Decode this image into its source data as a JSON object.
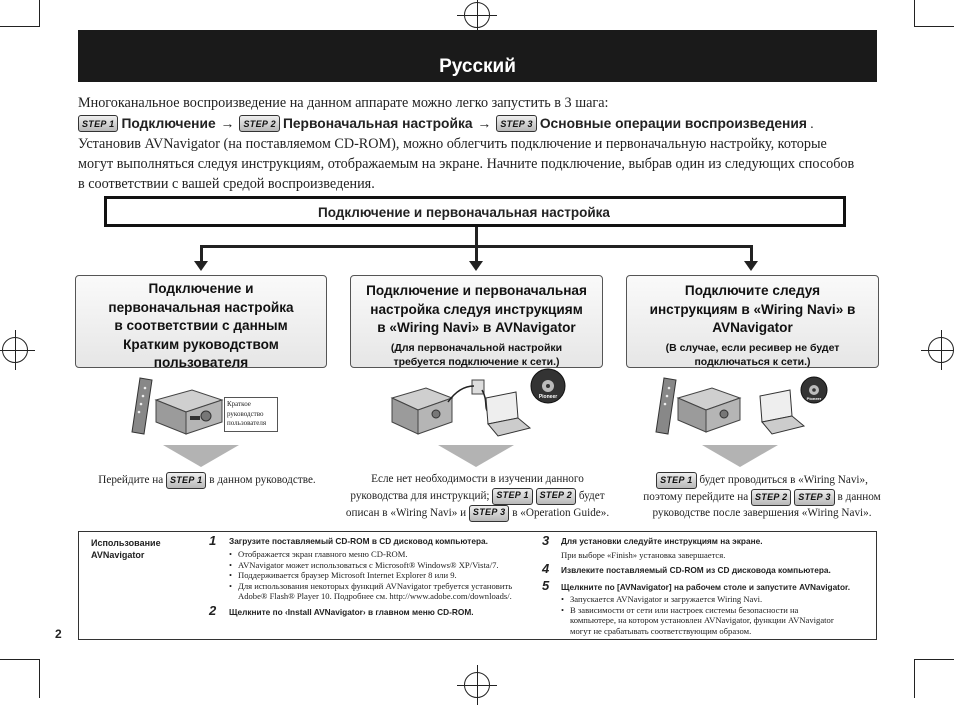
{
  "header": {
    "title": "Русский"
  },
  "step_labels": {
    "step1": "STEP 1",
    "step2": "STEP 2",
    "step3": "STEP 3"
  },
  "intro": {
    "line1": "Многоканальное воспроизведение на данном аппарате можно легко запустить в 3 шага:",
    "step1_text": "Подключение",
    "step2_text": "Первоначальная настройка",
    "step3_text": "Основные операции воспроизведения",
    "arrow": "→",
    "line3": "Установив AVNavigator (на поставляемом CD-ROM), можно облегчить подключение и первоначальную настройку, которые",
    "line4": "могут выполняться следуя инструкциям, отображаемым на экране. Начните подключение, выбрав один из следующих способов",
    "line5": "в соответствии с вашей средой воспроизведения."
  },
  "flow": {
    "top_box": "Подключение и первоначальная настройка",
    "options": [
      {
        "title_lines": [
          "Подключение и",
          "первоначальная настройка",
          "в соответствии с данным",
          "Кратким руководством",
          "пользователя"
        ],
        "sub_lines": []
      },
      {
        "title_lines": [
          "Подключение и первоначальная",
          "настройка следуя инструкциям",
          "в «Wiring Navi» в AVNavigator"
        ],
        "sub_lines": [
          "(Для первоначальной настройки",
          "требуется подключение к сети.)"
        ]
      },
      {
        "title_lines": [
          "Подключите следуя",
          "инструкциям в «Wiring Navi» в",
          "AVNavigator"
        ],
        "sub_lines": [
          "(В случае, если ресивер не будет",
          "подключаться к сети.)"
        ]
      }
    ],
    "manual_label": [
      "Краткое",
      "руководство",
      "пользователя"
    ],
    "cd_brand": "Pioneer",
    "captions": {
      "c1_pre": "Перейдите на",
      "c1_post": "в данном руководстве.",
      "c2_l1": "Есле нет необходимости в изучении данного",
      "c2_l2_pre": "руководства для инструкций;",
      "c2_l2_post": "будет",
      "c2_l3_pre": "описан в «Wiring Navi» и",
      "c2_l3_post": "в «Operation Guide».",
      "c3_l1_post": "будет проводиться в «Wiring Navi»,",
      "c3_l2_pre": "поэтому перейдите на",
      "c3_l2_post": "в данном",
      "c3_l3": "руководстве после завершения «Wiring Navi»."
    }
  },
  "bottom": {
    "label_l1": "Использование",
    "label_l2": "AVNavigator",
    "s1_num": "1",
    "s1_head": "Загрузите поставляемый CD-ROM в CD дисковод компьютера.",
    "s1_b1": "Отображается экран главного меню CD-ROM.",
    "s1_b2": "AVNavigator может использоваться с Microsoft® Windows® XP/Vista/7.",
    "s1_b3": "Поддерживается браузер Microsoft Internet Explorer 8 или 9.",
    "s1_b4_l1": "Для использования некоторых функций AVNavigator требуется установить",
    "s1_b4_l2": "Adobe® Flash® Player 10. Подробнее см. http://www.adobe.com/downloads/.",
    "s2_num": "2",
    "s2_head": "Щелкните по ‹Install AVNavigator› в главном меню CD-ROM.",
    "s3_num": "3",
    "s3_head": "Для установки следуйте инструкциям на экране.",
    "s3_text": "При выборе «Finish» установка завершается.",
    "s4_num": "4",
    "s4_head": "Извлеките поставляемый CD-ROM из CD дисковода компьютера.",
    "s5_num": "5",
    "s5_head": "Щелкните по [AVNavigator] на рабочем столе и запустите AVNavigator.",
    "s5_b1": "Запускается AVNavigator и загружается Wiring Navi.",
    "s5_b2_l1": "В зависимости от сети или настроек системы безопасности на",
    "s5_b2_l2": "компьютере, на котором установлен AVNavigator, функции AVNavigator",
    "s5_b2_l3": "могут не срабатывать соответствующим образом."
  },
  "page_number": "2"
}
